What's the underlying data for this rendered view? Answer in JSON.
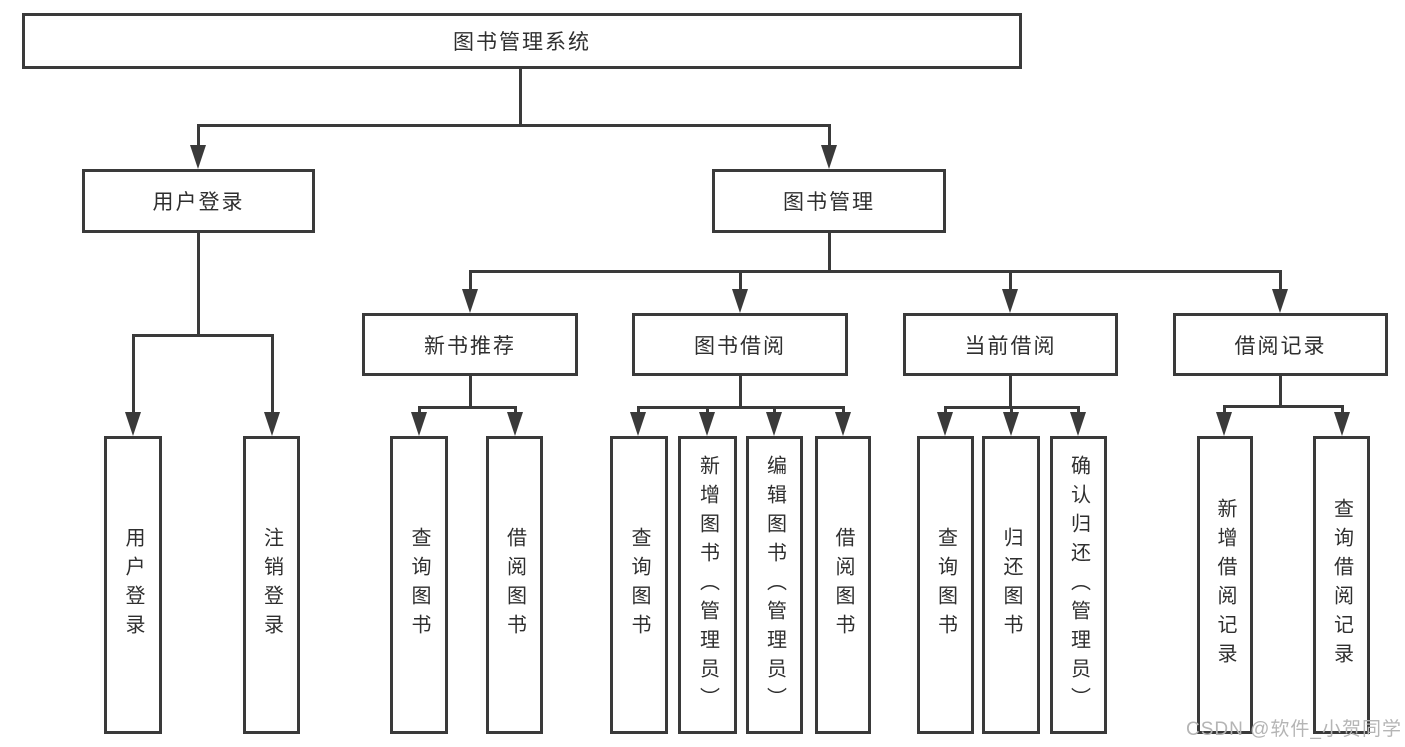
{
  "diagram": {
    "root": {
      "label": "图书管理系统"
    },
    "level2": [
      {
        "label": "用户登录"
      },
      {
        "label": "图书管理"
      }
    ],
    "level3": [
      {
        "label": "新书推荐",
        "parent": "图书管理"
      },
      {
        "label": "图书借阅",
        "parent": "图书管理"
      },
      {
        "label": "当前借阅",
        "parent": "图书管理"
      },
      {
        "label": "借阅记录",
        "parent": "图书管理"
      }
    ],
    "leaves": [
      {
        "label": "用户登录",
        "parent": "用户登录"
      },
      {
        "label": "注销登录",
        "parent": "用户登录"
      },
      {
        "label": "查询图书",
        "parent": "新书推荐"
      },
      {
        "label": "借阅图书",
        "parent": "新书推荐"
      },
      {
        "label": "查询图书",
        "parent": "图书借阅"
      },
      {
        "label": "新增图书（管理员）",
        "parent": "图书借阅"
      },
      {
        "label": "编辑图书（管理员）",
        "parent": "图书借阅"
      },
      {
        "label": "借阅图书",
        "parent": "图书借阅"
      },
      {
        "label": "查询图书",
        "parent": "当前借阅"
      },
      {
        "label": "归还图书",
        "parent": "当前借阅"
      },
      {
        "label": "确认归还（管理员）",
        "parent": "当前借阅"
      },
      {
        "label": "新增借阅记录",
        "parent": "借阅记录"
      },
      {
        "label": "查询借阅记录",
        "parent": "借阅记录"
      }
    ]
  },
  "watermark": {
    "text": "CSDN @软件_小贺同学"
  },
  "colors": {
    "line": "#3a3a3a",
    "text": "#2f2f2f",
    "background": "#ffffff",
    "watermark": "#b5b5b5"
  }
}
